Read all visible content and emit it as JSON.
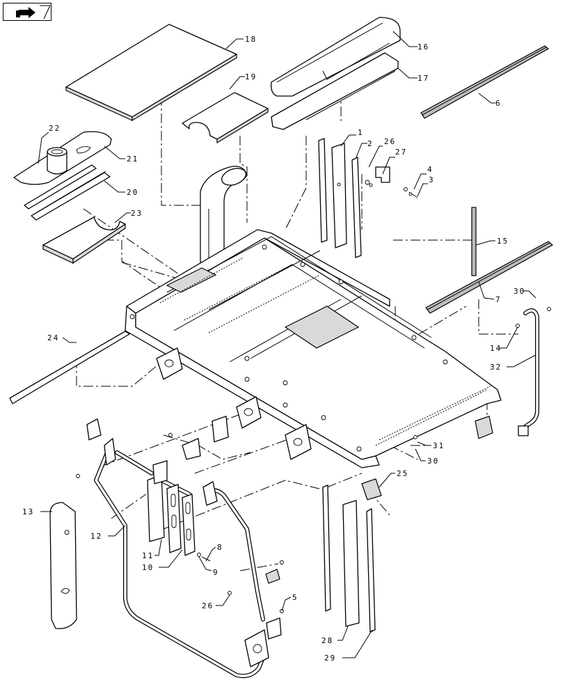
{
  "nav_icon": "forward-arrow-icon",
  "callouts": {
    "c1": "1",
    "c2": "2",
    "c3": "3",
    "c4": "4",
    "c5": "5",
    "c6": "6",
    "c7": "7",
    "c8": "8",
    "c9": "9",
    "c10": "10",
    "c11": "11",
    "c12": "12",
    "c13": "13",
    "c14": "14",
    "c15": "15",
    "c16": "16",
    "c17": "17",
    "c18": "18",
    "c19": "19",
    "c20": "20",
    "c21": "21",
    "c22": "22",
    "c23": "23",
    "c24": "24",
    "c25": "25",
    "c26a": "26",
    "c26b": "26",
    "c27": "27",
    "c28": "28",
    "c29": "29",
    "c30a": "30",
    "c30b": "30",
    "c31": "31",
    "c32": "32"
  }
}
